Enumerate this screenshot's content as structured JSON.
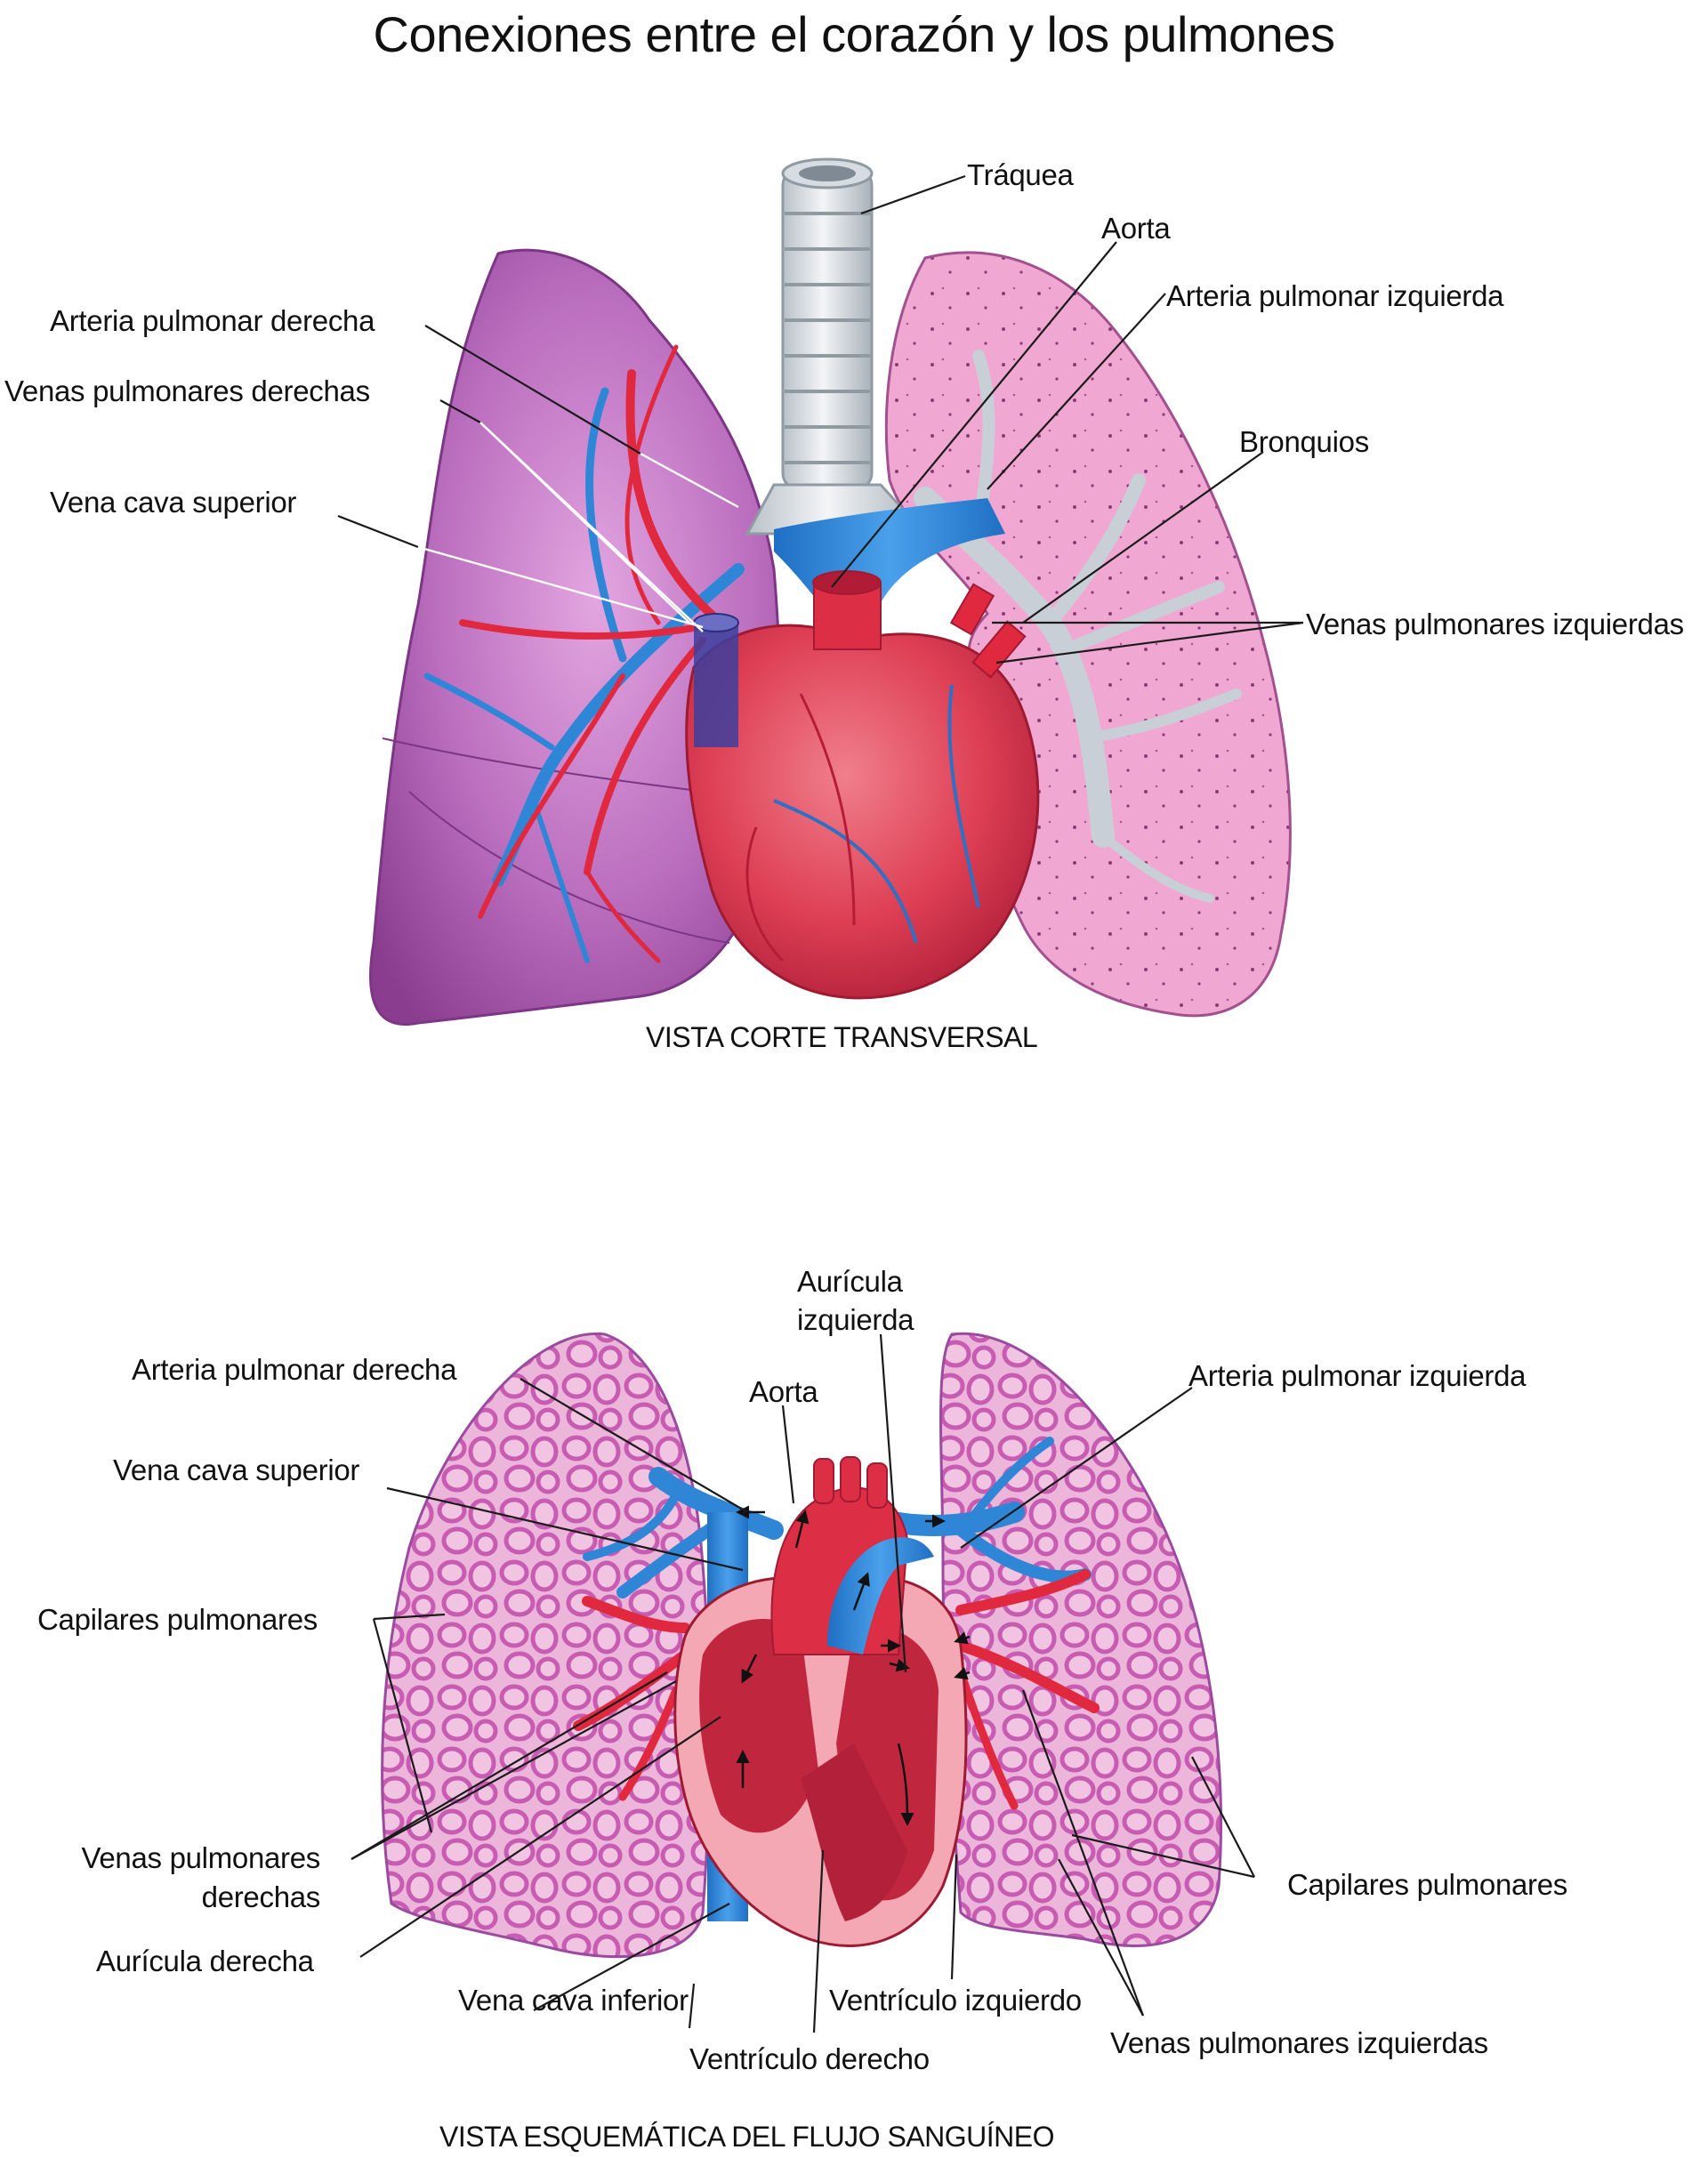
{
  "title": "Conexiones entre el corazón y los pulmones",
  "colors": {
    "lung_right_dark": "#9b4fa0",
    "lung_right_mid": "#c479c4",
    "lung_left": "#f0a7d2",
    "lung_schematic": "#ecb6da",
    "capillary": "#c95cb4",
    "artery_red": "#e0283e",
    "vein_blue": "#2f86d6",
    "heart_red": "#d83a4f",
    "heart_inner": "#b3203a",
    "heart_wall": "#f3a8b3",
    "trachea": "#d8dde2"
  },
  "top_view": {
    "caption": "VISTA CORTE TRANSVERSAL",
    "labels": {
      "traquea": "Tráquea",
      "aorta": "Aorta",
      "arteria_pulmonar_izquierda": "Arteria pulmonar izquierda",
      "bronquios": "Bronquios",
      "venas_pulmonares_izquierdas": "Venas pulmonares izquierdas",
      "arteria_pulmonar_derecha": "Arteria pulmonar derecha",
      "venas_pulmonares_derechas": "Venas pulmonares derechas",
      "vena_cava_superior": "Vena cava superior"
    }
  },
  "bottom_view": {
    "caption": "VISTA ESQUEMÁTICA DEL FLUJO SANGUÍNEO",
    "labels": {
      "auricula_izquierda_line1": "Aurícula",
      "auricula_izquierda_line2": "izquierda",
      "aorta": "Aorta",
      "arteria_pulmonar_derecha": "Arteria pulmonar derecha",
      "arteria_pulmonar_izquierda": "Arteria pulmonar izquierda",
      "vena_cava_superior": "Vena cava superior",
      "capilares_pulmonares_left": "Capilares pulmonares",
      "capilares_pulmonares_right": "Capilares pulmonares",
      "venas_pulmonares_derechas_line1": "Venas pulmonares",
      "venas_pulmonares_derechas_line2": "derechas",
      "auricula_derecha": "Aurícula derecha",
      "vena_cava_inferior": "Vena cava inferior",
      "ventriculo_derecho": "Ventrículo derecho",
      "ventriculo_izquierdo": "Ventrículo izquierdo",
      "venas_pulmonares_izquierdas": "Venas pulmonares izquierdas"
    }
  }
}
